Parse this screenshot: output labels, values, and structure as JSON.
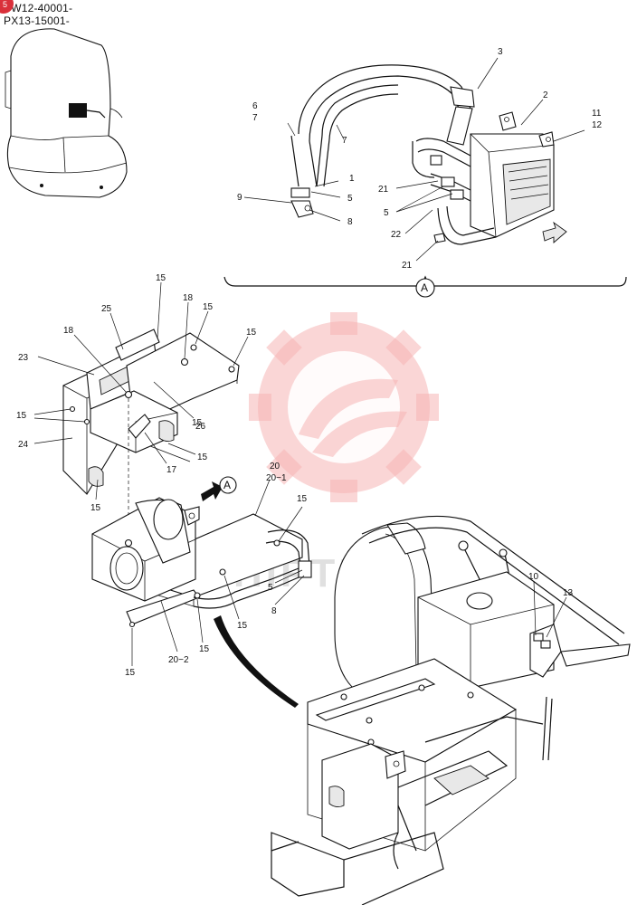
{
  "header": {
    "serials": [
      "PW12-40001-",
      "PX13-15001-"
    ],
    "corner_badge": "5"
  },
  "watermark": {
    "text": "HIPTEX",
    "color": "#f08080"
  },
  "detail_a": {
    "callout_letter": "A",
    "labels": [
      "1",
      "2",
      "3",
      "5",
      "5",
      "6",
      "7",
      "7",
      "8",
      "9",
      "11",
      "12",
      "21",
      "21",
      "22"
    ]
  },
  "main_view": {
    "callout_letter": "A",
    "labels": [
      "8",
      "10",
      "13",
      "15",
      "15",
      "15",
      "15",
      "15",
      "15",
      "15",
      "15",
      "15",
      "15",
      "15",
      "17",
      "18",
      "18",
      "20",
      "20−1",
      "20−2",
      "23",
      "24",
      "25",
      "26",
      "5"
    ]
  }
}
